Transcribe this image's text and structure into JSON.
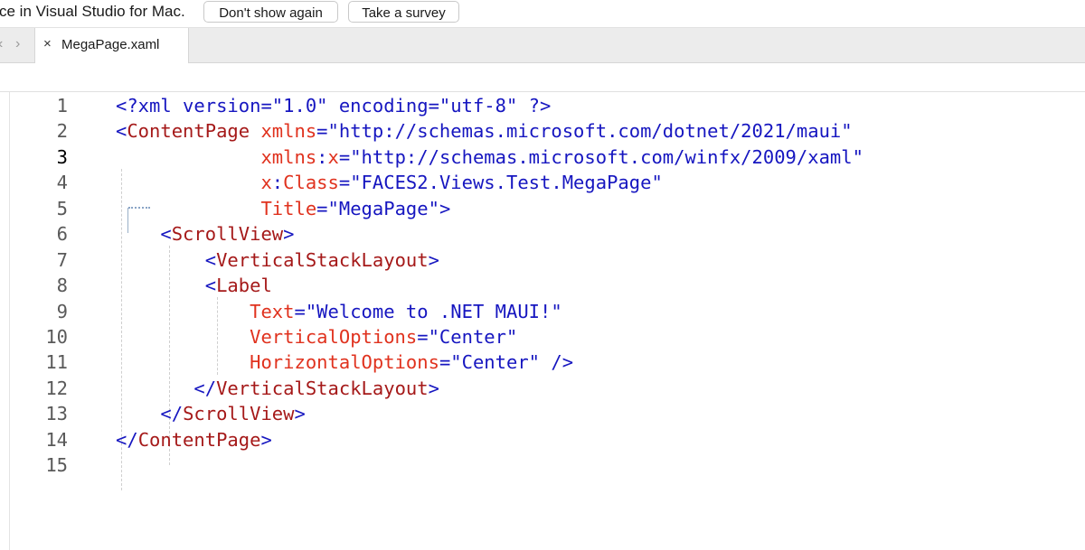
{
  "infobar": {
    "message": "ce in Visual Studio for Mac.",
    "dont_show_label": "Don't show again",
    "survey_label": "Take a survey"
  },
  "tabs": {
    "back_icon": "chevron-left-icon",
    "forward_icon": "chevron-right-icon",
    "active_tab": {
      "close_glyph": "×",
      "title": "MegaPage.xaml"
    }
  },
  "editor": {
    "current_line": 3,
    "lines": [
      {
        "n": "1",
        "tokens": [
          {
            "t": "<?xml version=\"1.0\" encoding=\"utf-8\" ?>",
            "c": "t-pi"
          }
        ]
      },
      {
        "n": "2",
        "tokens": [
          {
            "t": "<",
            "c": "t-br"
          },
          {
            "t": "ContentPage",
            "c": "t-tag"
          },
          {
            "t": " ",
            "c": ""
          },
          {
            "t": "xmlns",
            "c": "t-attr"
          },
          {
            "t": "=",
            "c": "t-eq"
          },
          {
            "t": "\"http://schemas.microsoft.com/dotnet/2021/maui\"",
            "c": "t-val"
          }
        ]
      },
      {
        "n": "3",
        "tokens": [
          {
            "t": "             ",
            "c": ""
          },
          {
            "t": "xmlns",
            "c": "t-attr"
          },
          {
            "t": ":",
            "c": "t-eq"
          },
          {
            "t": "x",
            "c": "t-attr"
          },
          {
            "t": "=",
            "c": "t-eq"
          },
          {
            "t": "\"http://schemas.microsoft.com/winfx/2009/xaml\"",
            "c": "t-val"
          }
        ]
      },
      {
        "n": "4",
        "tokens": [
          {
            "t": "             ",
            "c": ""
          },
          {
            "t": "x",
            "c": "t-attr"
          },
          {
            "t": ":",
            "c": "t-eq"
          },
          {
            "t": "Class",
            "c": "t-attr"
          },
          {
            "t": "=",
            "c": "t-eq"
          },
          {
            "t": "\"FACES2.Views.Test.MegaPage\"",
            "c": "t-val"
          }
        ]
      },
      {
        "n": "5",
        "tokens": [
          {
            "t": "             ",
            "c": ""
          },
          {
            "t": "Title",
            "c": "t-attr"
          },
          {
            "t": "=",
            "c": "t-eq"
          },
          {
            "t": "\"MegaPage\"",
            "c": "t-val"
          },
          {
            "t": ">",
            "c": "t-br"
          }
        ]
      },
      {
        "n": "6",
        "tokens": [
          {
            "t": "    ",
            "c": ""
          },
          {
            "t": "<",
            "c": "t-br"
          },
          {
            "t": "ScrollView",
            "c": "t-tag"
          },
          {
            "t": ">",
            "c": "t-br"
          }
        ]
      },
      {
        "n": "7",
        "tokens": [
          {
            "t": "        ",
            "c": ""
          },
          {
            "t": "<",
            "c": "t-br"
          },
          {
            "t": "VerticalStackLayout",
            "c": "t-tag"
          },
          {
            "t": ">",
            "c": "t-br"
          }
        ]
      },
      {
        "n": "8",
        "tokens": [
          {
            "t": "        ",
            "c": ""
          },
          {
            "t": "<",
            "c": "t-br"
          },
          {
            "t": "Label",
            "c": "t-tag"
          }
        ]
      },
      {
        "n": "9",
        "tokens": [
          {
            "t": "            ",
            "c": ""
          },
          {
            "t": "Text",
            "c": "t-attr"
          },
          {
            "t": "=",
            "c": "t-eq"
          },
          {
            "t": "\"Welcome to .NET MAUI!\"",
            "c": "t-val"
          }
        ]
      },
      {
        "n": "10",
        "tokens": [
          {
            "t": "            ",
            "c": ""
          },
          {
            "t": "VerticalOptions",
            "c": "t-attr"
          },
          {
            "t": "=",
            "c": "t-eq"
          },
          {
            "t": "\"Center\"",
            "c": "t-val"
          }
        ]
      },
      {
        "n": "11",
        "tokens": [
          {
            "t": "            ",
            "c": ""
          },
          {
            "t": "HorizontalOptions",
            "c": "t-attr"
          },
          {
            "t": "=",
            "c": "t-eq"
          },
          {
            "t": "\"Center\"",
            "c": "t-val"
          },
          {
            "t": " />",
            "c": "t-br"
          }
        ]
      },
      {
        "n": "12",
        "tokens": [
          {
            "t": "       ",
            "c": ""
          },
          {
            "t": "</",
            "c": "t-br"
          },
          {
            "t": "VerticalStackLayout",
            "c": "t-tag"
          },
          {
            "t": ">",
            "c": "t-br"
          }
        ]
      },
      {
        "n": "13",
        "tokens": [
          {
            "t": "    ",
            "c": ""
          },
          {
            "t": "</",
            "c": "t-br"
          },
          {
            "t": "ScrollView",
            "c": "t-tag"
          },
          {
            "t": ">",
            "c": "t-br"
          }
        ]
      },
      {
        "n": "14",
        "tokens": [
          {
            "t": "</",
            "c": "t-br"
          },
          {
            "t": "ContentPage",
            "c": "t-tag"
          },
          {
            "t": ">",
            "c": "t-br"
          }
        ]
      },
      {
        "n": "15",
        "tokens": []
      }
    ]
  },
  "colors": {
    "bracket": "#1616c0",
    "tag": "#a51919",
    "attribute": "#e0321e",
    "value": "#1616c0"
  }
}
